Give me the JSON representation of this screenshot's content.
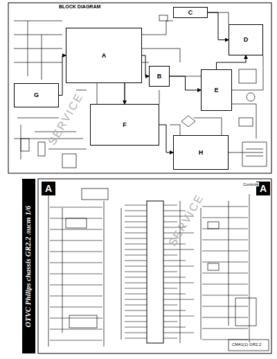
{
  "diagram": {
    "title": "BLOCK DIAGRAM",
    "nodes": [
      {
        "text": [
          "A"
        ]
      },
      {
        "text": [
          "B"
        ]
      },
      {
        "text": [
          "C"
        ]
      },
      {
        "text": [
          "D"
        ]
      },
      {
        "text": [
          "E"
        ]
      },
      {
        "text": [
          "F"
        ]
      },
      {
        "text": [
          "G"
        ]
      },
      {
        "text": [
          "H"
        ]
      },
      {
        "text": [
          "A"
        ]
      },
      {
        "text": [
          "A"
        ]
      }
    ],
    "edges": [
      {
        "from": 0,
        "to": 1,
        "arrow": "to"
      },
      {
        "from": 1,
        "to": 4,
        "arrow": "to"
      },
      {
        "from": 4,
        "to": 3,
        "arrow": "to"
      },
      {
        "from": 0,
        "to": 5,
        "arrow": "to"
      },
      {
        "from": 6,
        "to": 0,
        "arrow": "to"
      },
      {
        "from": 5,
        "to": 7,
        "arrow": "to"
      },
      {
        "from": 2,
        "to": 3,
        "arrow": "to"
      }
    ],
    "labels": [
      "OTVC Philips chassis GR2.2 лист 1/6",
      "Controls",
      "SERVICE",
      "SERVICE",
      "CM41(1) GR2.2"
    ]
  }
}
